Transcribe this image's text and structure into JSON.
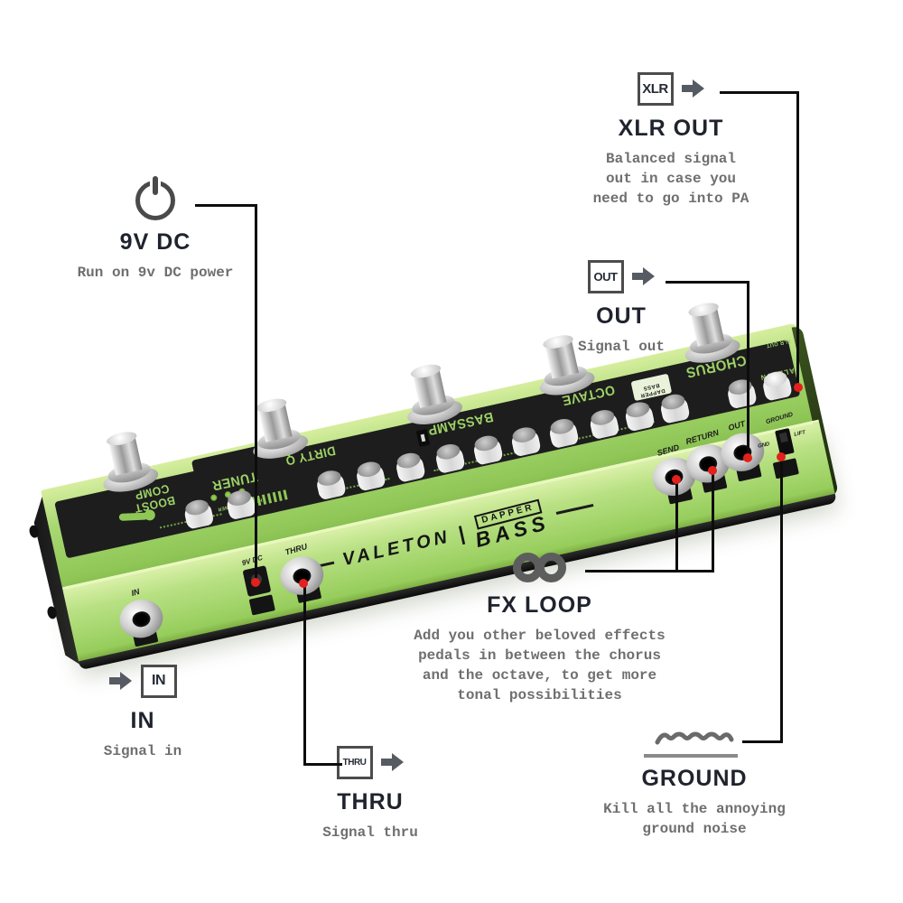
{
  "page": {
    "background": "#ffffff"
  },
  "colors": {
    "accent_red": "#e3201b",
    "connector_line": "#0d0d0d",
    "title_text": "#1f232d",
    "body_text": "#6f6f6f",
    "icon_gray": "#4c4c4c",
    "pedal_green_top": "#a9d873",
    "pedal_green_front": "#b9e184",
    "band_black": "#1d1d1d",
    "pedal_label_green": "#9ed167"
  },
  "callouts": {
    "xlr_out": {
      "icon": "xlr-box-icon",
      "icon_label": "XLR",
      "title": "XLR OUT",
      "description": "Balanced signal\nout in case you\nneed to go into PA"
    },
    "out": {
      "icon": "out-box-icon",
      "icon_label": "OUT",
      "title": "OUT",
      "description": "Signal out"
    },
    "dc_9v": {
      "icon": "power-icon",
      "title": "9V DC",
      "description": "Run on 9v DC power"
    },
    "in": {
      "icon": "in-box-icon",
      "icon_label": "IN",
      "title": "IN",
      "description": "Signal in"
    },
    "thru": {
      "icon": "thru-box-icon",
      "icon_label": "THRU",
      "title": "THRU",
      "description": "Signal thru"
    },
    "fx_loop": {
      "icon": "infinity-icon",
      "title": "FX LOOP",
      "description": "Add you other beloved effects\npedals in between the chorus\nand the octave, to get more\ntonal possibilities"
    },
    "ground": {
      "icon": "ground-wave-icon",
      "title": "GROUND",
      "description": "Kill all the annoying\nground noise"
    }
  },
  "pedal": {
    "brand": "VALETON",
    "logo_separator": "|",
    "model": {
      "line1": "DAPPER",
      "line2": "BASS"
    },
    "modules": [
      {
        "label": "BOOST\nCOMP"
      },
      {
        "label": "TUNER",
        "sub": "HOLD FOR TUNER"
      },
      {
        "label": "DIRTY Q"
      },
      {
        "label": "BASSAMP"
      },
      {
        "label": "OCTAVE"
      },
      {
        "label": "CHORUS"
      }
    ],
    "mini_badge": {
      "line1": "DAPPER",
      "line2": "BASS"
    },
    "panel_small_text": {
      "xlr": "XLR OUT",
      "brand": "VALETON"
    },
    "jacks": {
      "in": "IN",
      "dc": "9V DC",
      "thru": "THRU",
      "send": "SEND",
      "return": "RETURN",
      "out": "OUT",
      "ground": "GROUND",
      "gnd": "GND",
      "lift": "LIFT"
    }
  }
}
